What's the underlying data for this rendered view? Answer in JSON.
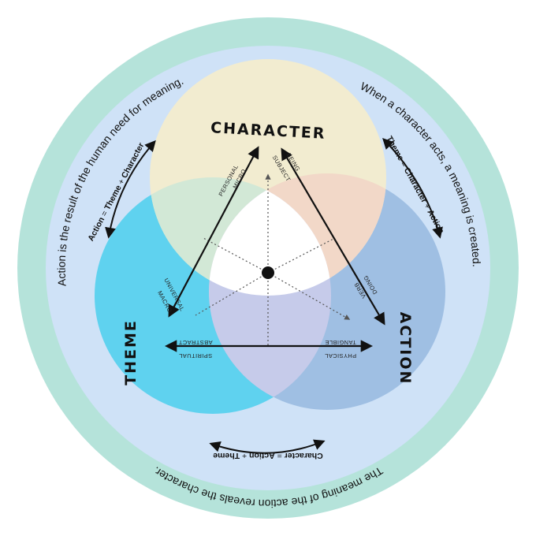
{
  "circles": {
    "character": {
      "title": "CHARACTER",
      "color": "#f2ecd0"
    },
    "theme": {
      "title": "THEME",
      "color": "#5fd2ef"
    },
    "action": {
      "title": "ACTION",
      "color": "#9fbfe3"
    }
  },
  "colors": {
    "outer_ring": "#b5e3da",
    "inner_disc": "#cfe2f7",
    "center_region": "#ffffff",
    "overlap_char_theme": "#d2e8d6",
    "overlap_char_action": "#f2d8c8",
    "overlap_theme_action": "#c6cbea",
    "arrow": "#111111"
  },
  "ring_texts": {
    "top_left": "Action is the result of the human need for meaning.",
    "top_right": "When a character acts, a meaning is created.",
    "bottom": "The meaning of the action reveals the character."
  },
  "formulas": {
    "top_left": {
      "bold_a": "Action",
      "mid": " = ",
      "bold_b": "Theme",
      "plus": " + ",
      "bold_c": "Character"
    },
    "top_right": {
      "bold_a": "Theme",
      "mid": " = ",
      "bold_b": "Character",
      "plus": " + ",
      "bold_c": "Action"
    },
    "bottom": {
      "bold_a": "Character",
      "mid": " = ",
      "bold_b": "Action",
      "plus": " + ",
      "bold_c": "Theme"
    }
  },
  "edge_labels": {
    "personal": "PERSONAL",
    "micro": "MICRO",
    "being": "BEING",
    "subject": "SUBJECT",
    "universal": "UNIVERSAL",
    "macro": "MACRO",
    "doing": "DOING",
    "verb": "VERB",
    "abstract": "ABSTRACT",
    "spiritual": "SPIRITUAL",
    "tangible": "TANGIBLE",
    "physical": "PHYSICAL"
  }
}
